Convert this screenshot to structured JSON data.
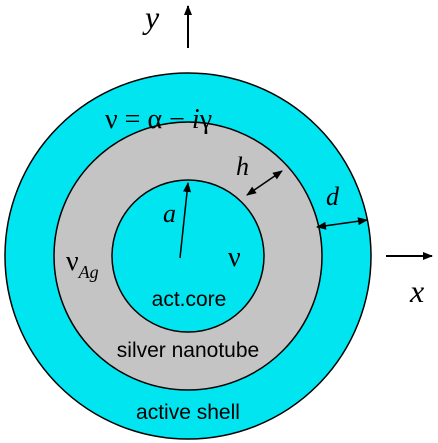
{
  "colors": {
    "shell": "#00E5F0",
    "nanotube": "#C4C4C4",
    "core": "#00E5F0",
    "stroke": "#000000"
  },
  "axes": {
    "x_label": "x",
    "y_label": "y"
  },
  "dimensions": {
    "a": "a",
    "h": "h",
    "d": "d"
  },
  "equations": {
    "shell_prefix": "ν = α − ",
    "shell_i": "i",
    "shell_suffix": "γ",
    "core_nu": "ν",
    "tube_nu": "ν",
    "tube_sub": "Ag"
  },
  "regions": {
    "core": "act.core",
    "nanotube": "silver nanotube",
    "shell": "active shell"
  }
}
